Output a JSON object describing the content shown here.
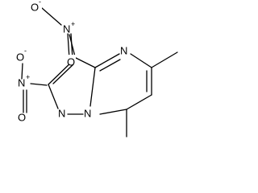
{
  "molecule": {
    "atoms": {
      "nitro_top_o_minus": "O",
      "nitro_top_o_minus_charge": "-",
      "nitro_top_n": "N",
      "nitro_top_n_charge": "+",
      "nitro_top_o": "O",
      "nitro_left_o_minus": "O",
      "nitro_left_o_minus_charge": "-",
      "nitro_left_n": "N",
      "nitro_left_n_charge": "+",
      "nitro_left_o": "O",
      "ring_n_upper": "N",
      "ring_n_pyrazole": "N",
      "ring_n_bridge": "N"
    }
  }
}
